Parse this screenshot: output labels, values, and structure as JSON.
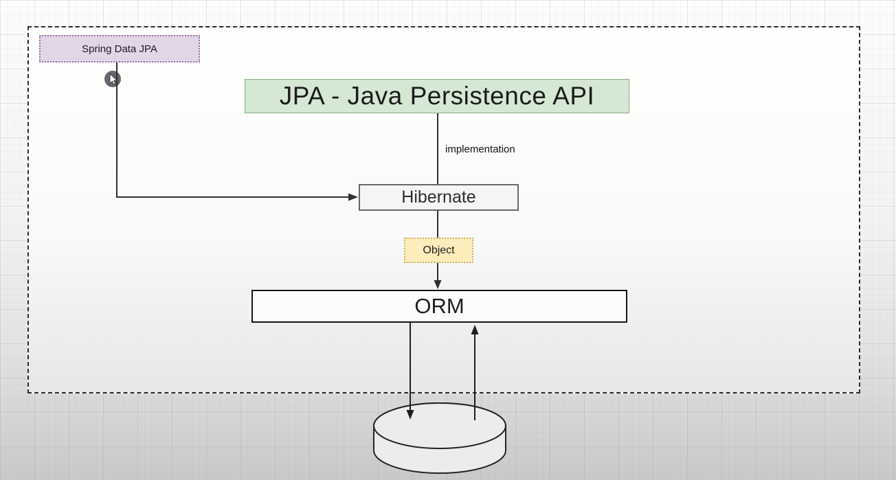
{
  "diagram": {
    "frame": {
      "border_style": "dashed",
      "border_color": "#2b2b2b"
    },
    "nodes": {
      "spring_data_jpa": {
        "label": "Spring Data JPA",
        "fill": "#e1d5e7",
        "border_color": "#9673a6",
        "border_style": "dotted"
      },
      "jpa": {
        "label": "JPA - Java Persistence API",
        "fill": "#d5e8d4",
        "border_color": "#86a97e",
        "border_style": "solid"
      },
      "hibernate": {
        "label": "Hibernate",
        "fill": "#f5f5f5",
        "border_color": "#676767",
        "border_style": "solid"
      },
      "object": {
        "label": "Object",
        "fill": "#fdedbc",
        "border_color": "#cdb272",
        "border_style": "dotted"
      },
      "orm": {
        "label": "ORM",
        "fill": "#fcfcfc",
        "border_color": "#161616",
        "border_style": "solid"
      },
      "database": {
        "shape": "cylinder",
        "fill": "#ececec",
        "border_color": "#222222"
      }
    },
    "edge_labels": {
      "implementation": "implementation"
    },
    "edges": [
      {
        "from": "spring_data_jpa",
        "to": "hibernate",
        "type": "elbow-arrow"
      },
      {
        "from": "jpa",
        "to": "hibernate",
        "type": "line",
        "label": "implementation"
      },
      {
        "from": "hibernate",
        "to": "orm",
        "type": "arrow",
        "through": "object"
      },
      {
        "from": "orm",
        "to": "database",
        "type": "arrow"
      },
      {
        "from": "database",
        "to": "orm",
        "type": "arrow"
      }
    ]
  },
  "cursor": {
    "kind": "pointer-with-click-highlight",
    "highlight_color": "#4a4a52"
  }
}
